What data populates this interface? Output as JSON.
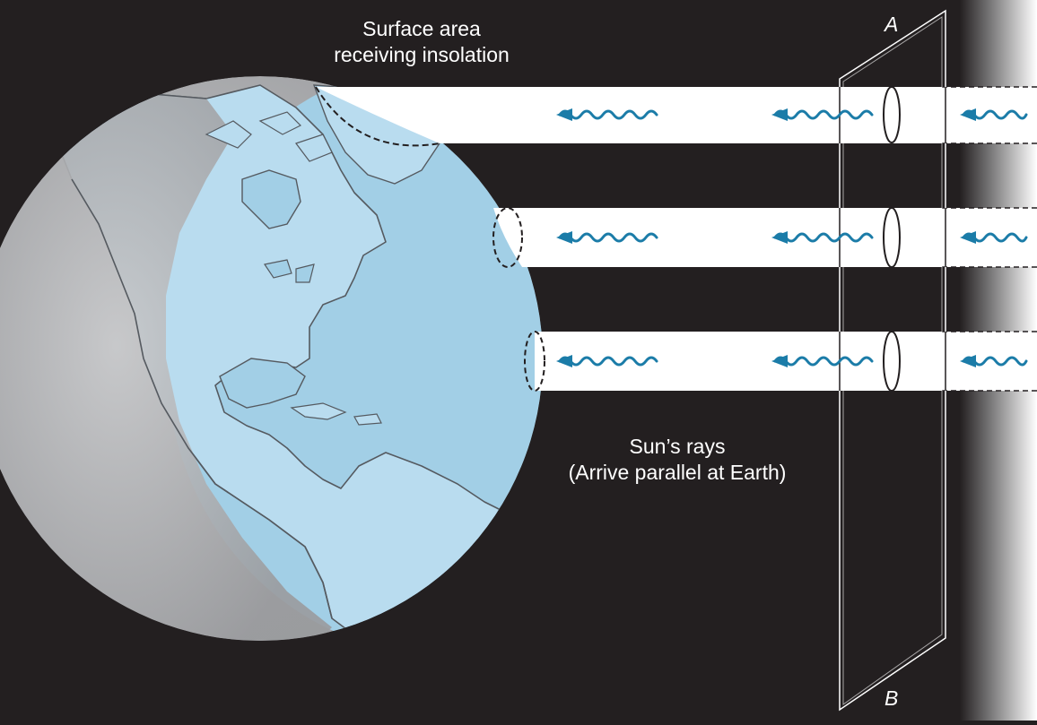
{
  "labels": {
    "surface_line1": "Surface area",
    "surface_line2": "receiving insolation",
    "rays_line1": "Sun’s rays",
    "rays_line2": "(Arrive parallel at Earth)",
    "plane_top": "A",
    "plane_bottom": "B"
  },
  "colors": {
    "space": "#231f20",
    "sun_glow": "#ffffff",
    "earth_lit": "#a2cfe6",
    "earth_lit_land": "#b9dcef",
    "earth_night": "#b4b5b7",
    "coastline": "#555a60",
    "beam": "#ffffff",
    "ray_arrow": "#1b7ca8"
  },
  "icons": {
    "ray": "wavy-arrow-left-icon",
    "beam_cross_section": "ellipse-outline-icon"
  }
}
